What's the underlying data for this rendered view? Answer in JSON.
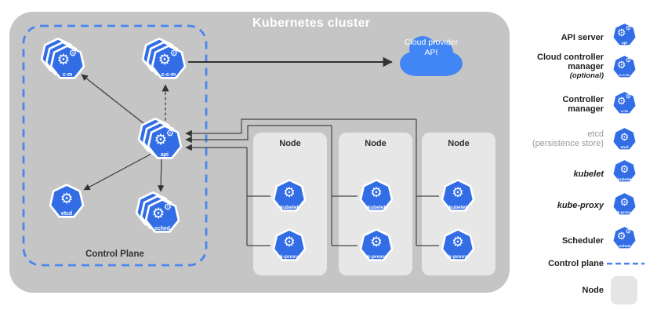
{
  "title": "Kubernetes cluster",
  "cloud": {
    "label": "Cloud provider API"
  },
  "control_plane": {
    "label": "Control Plane"
  },
  "nodes": [
    {
      "label": "Node"
    },
    {
      "label": "Node"
    },
    {
      "label": "Node"
    }
  ],
  "icon_labels": {
    "api": "api",
    "cm": "c-m",
    "ccm": "c-c-m",
    "etcd": "etcd",
    "sched": "sched",
    "kubelet": "kubelet",
    "kproxy": "k-proxy"
  },
  "legend": {
    "api_server": "API server",
    "cloud_controller_manager": "Cloud controller manager",
    "cloud_controller_manager_sub": "(optional)",
    "controller_manager": "Controller manager",
    "etcd": "etcd",
    "etcd_sub": "(persistence store)",
    "kubelet": "kubelet",
    "kube_proxy": "kube-proxy",
    "scheduler": "Scheduler",
    "control_plane": "Control plane",
    "node": "Node"
  },
  "colors": {
    "k8s_blue": "#326de6",
    "cloud_blue": "#4285f4",
    "dashed_border_blue": "#4a86f0",
    "cluster_gray": "#c5c5c5",
    "node_gray": "#e7e7e7",
    "wire_dark": "#3c3c3c"
  }
}
